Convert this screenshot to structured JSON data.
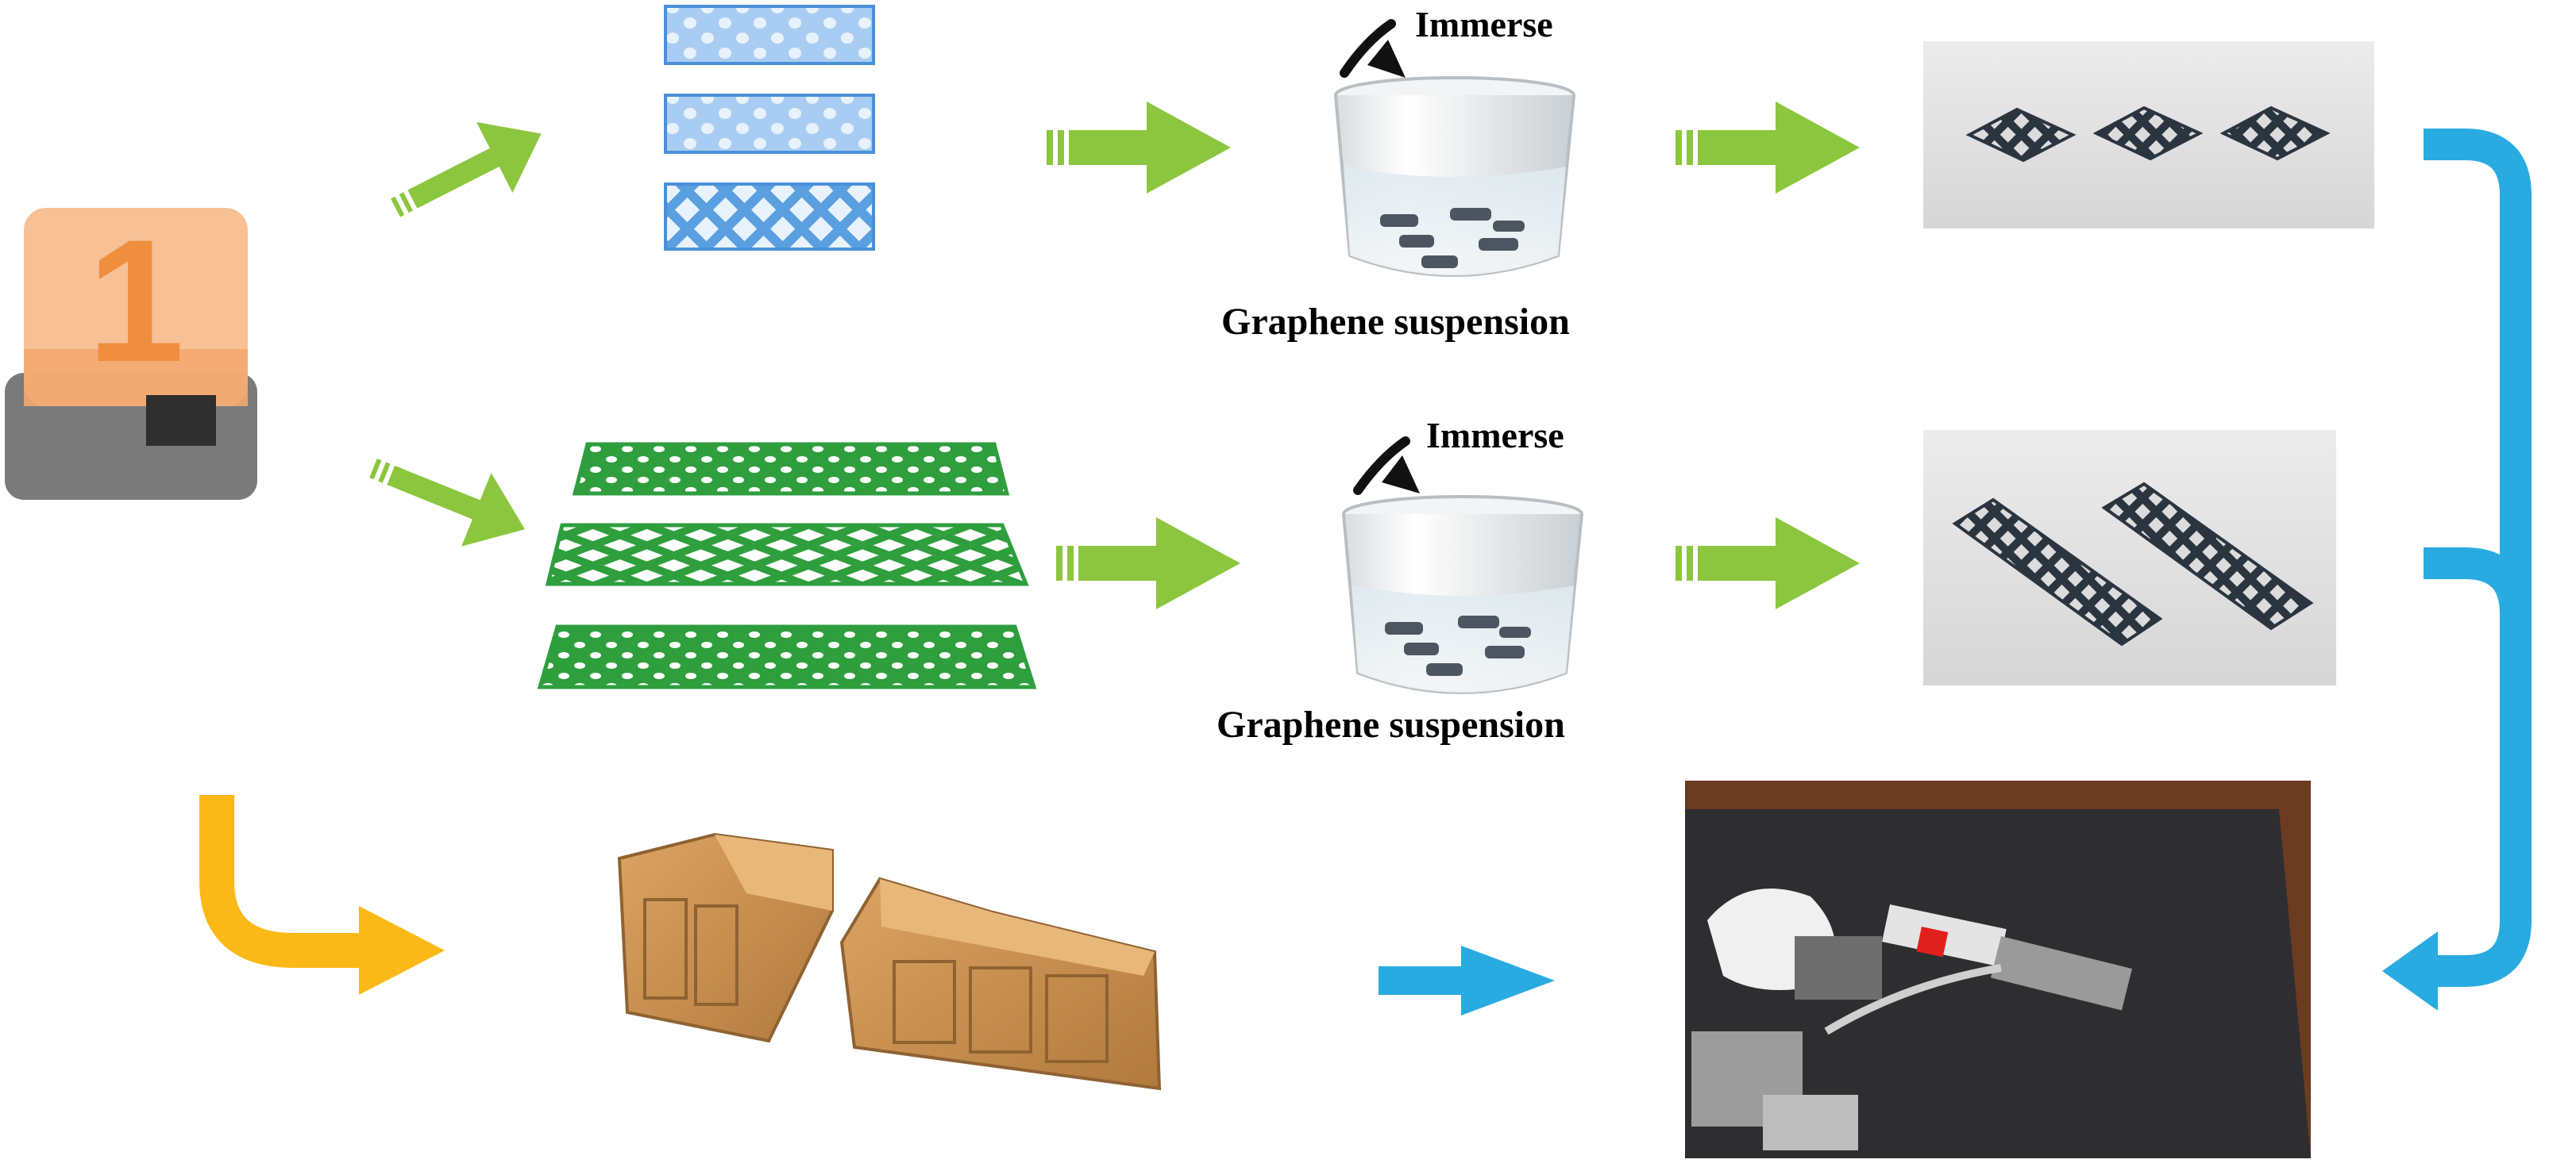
{
  "labels": {
    "immerse_top": "Immerse",
    "immerse_mid": "Immerse",
    "suspension_top": "Graphene suspension",
    "suspension_mid": "Graphene suspension",
    "printer_digit": "1"
  },
  "icons": {
    "printer": "3d-printer-icon",
    "beaker": "beaker-icon",
    "lattice_blue": "blue-lattice-icon",
    "lattice_green": "green-lattice-icon",
    "finger_shell": "finger-shell-icon",
    "robot_hand": "robot-hand-photo"
  },
  "colors": {
    "green_arrow": "#8cc63f",
    "blue_arrow": "#29abe2",
    "yellow_arrow": "#fbb917",
    "blue_lattice": "#4a90d9",
    "green_lattice": "#2e9e3e",
    "shell": "#c9914e",
    "printer_top": "#f4a460",
    "printer_base": "#777777"
  }
}
